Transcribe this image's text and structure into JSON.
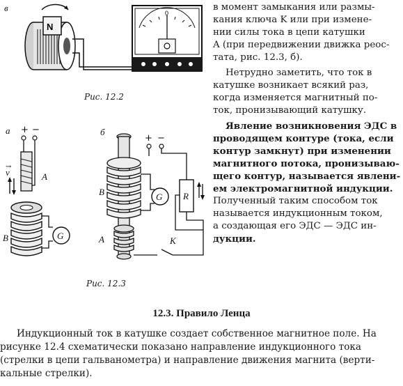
{
  "figure_12_2": {
    "panel_label": "в",
    "magnet_label": "N",
    "scale_zero": "0",
    "caption": "Рис. 12.2"
  },
  "figure_12_3": {
    "panel_a": "а",
    "panel_b": "б",
    "plus": "+",
    "minus": "−",
    "velocity": "v",
    "label_A": "A",
    "label_B": "B",
    "galvanometer": "G",
    "rheostat": "R",
    "key": "K",
    "caption": "Рис. 12.3"
  },
  "right_column": {
    "para1_lines": [
      "в момент замыкания или размы-",
      "кания ключа K или при измене-",
      "нии силы тока в цепи катушки",
      "A (при передвижении движка реос-",
      "тата, рис. 12.3, б)."
    ],
    "para2_lines": [
      "Нетрудно заметить, что ток в",
      "катушке возникает всякий раз,",
      "когда изменяется магнитный по-",
      "ток, пронизывающий катушку."
    ],
    "para3_lines": [
      "Явление возникновения ЭДС в",
      "проводящем контуре (тока, если",
      "контур замкнут) при изменении",
      "магнитного потока, пронизываю-",
      "щего контур, называется явлени-",
      "ем электромагнитной индукции.",
      "Полученный таким способом ток",
      "называется индукционным током,",
      "а создающая его ЭДС — ЭДС ин-",
      "дукции."
    ]
  },
  "section": {
    "title": "12.3. Правило Ленца"
  },
  "bottom_paragraph_lines": [
    "Индукционный ток в катушке создает собственное магнитное поле. На",
    "рисунке 12.4 схематически показано направление индукционного тока",
    "(стрелки в цепи гальванометра) и направление движения магнита (верти-",
    "кальные стрелки)."
  ]
}
